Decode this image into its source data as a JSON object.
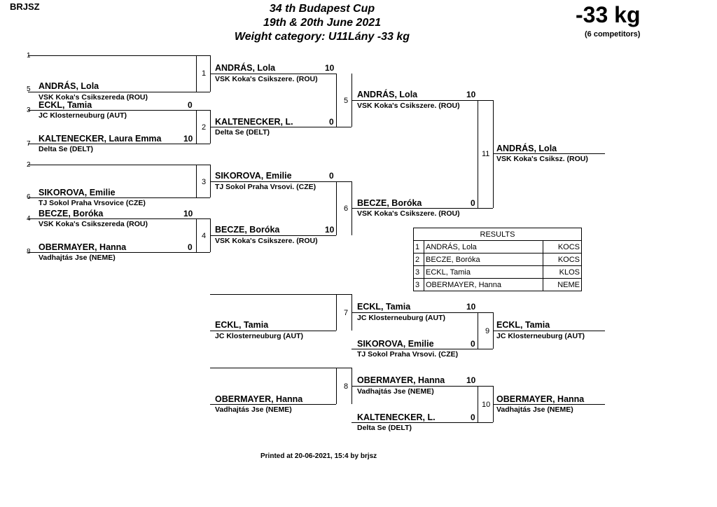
{
  "header": {
    "brand": "BRJSZ",
    "title": "34 th Budapest Cup",
    "dates": "19th & 20th June 2021",
    "category": "Weight category: U11Lány -33 kg",
    "weight": "-33 kg",
    "competitors": "(6 competitors)"
  },
  "seeds": {
    "s1": "1",
    "s5": "5",
    "s3": "3",
    "s7": "7",
    "s2": "2",
    "s6": "6",
    "s4": "4",
    "s8": "8"
  },
  "round1": {
    "andras_name": "ANDRÁS, Lola",
    "andras_club": "VSK Koka's Csikszereda (ROU)",
    "eckl_name": "ECKL, Tamia",
    "eckl_club": "JC Klosterneuburg (AUT)",
    "eckl_score": "0",
    "kalt_name": "KALTENECKER, Laura Emma",
    "kalt_club": "Delta Se (DELT)",
    "kalt_score": "10",
    "siko_name": "SIKOROVA, Emilie",
    "siko_club": "TJ Sokol Praha Vrsovice (CZE)",
    "becze_name": "BECZE, Boróka",
    "becze_club": "VSK Koka's Csikszereda (ROU)",
    "becze_score": "10",
    "ober_name": "OBERMAYER, Hanna",
    "ober_club": "Vadhajtás Jse (NEME)",
    "ober_score": "0"
  },
  "matches": {
    "m1": "1",
    "m2": "2",
    "m3": "3",
    "m4": "4",
    "m5": "5",
    "m6": "6",
    "m7": "7",
    "m8": "8",
    "m9": "9",
    "m10": "10",
    "m11": "11"
  },
  "round2": {
    "andras_name": "ANDRÁS, Lola",
    "andras_club": "VSK Koka's Csikszere. (ROU)",
    "andras_score": "10",
    "kalt_name": "KALTENECKER, L.",
    "kalt_club": "Delta Se (DELT)",
    "kalt_score": "0",
    "siko_name": "SIKOROVA, Emilie",
    "siko_club": "TJ Sokol Praha Vrsovi. (CZE)",
    "siko_score": "0",
    "becze_name": "BECZE, Boróka",
    "becze_club": "VSK Koka's Csikszere. (ROU)",
    "becze_score": "10"
  },
  "semis": {
    "andras_name": "ANDRÁS, Lola",
    "andras_club": "VSK Koka's Csikszere. (ROU)",
    "andras_score": "10",
    "becze_name": "BECZE, Boróka",
    "becze_club": "VSK Koka's Csikszere. (ROU)",
    "becze_score": "0"
  },
  "final": {
    "winner_name": "ANDRÁS, Lola",
    "winner_club": "VSK Koka's Csiksz. (ROU)"
  },
  "repechage": {
    "eckl_name": "ECKL, Tamia",
    "eckl_club": "JC Klosterneuburg (AUT)",
    "ober_name": "OBERMAYER, Hanna",
    "ober_club": "Vadhajtás Jse (NEME)",
    "m7_eckl_name": "ECKL, Tamia",
    "m7_eckl_club": "JC Klosterneuburg (AUT)",
    "m7_eckl_score": "10",
    "m7_siko_name": "SIKOROVA, Emilie",
    "m7_siko_club": "TJ Sokol Praha Vrsovi. (CZE)",
    "m7_siko_score": "0",
    "m8_ober_name": "OBERMAYER, Hanna",
    "m8_ober_club": "Vadhajtás Jse (NEME)",
    "m8_ober_score": "10",
    "m8_kalt_name": "KALTENECKER, L.",
    "m8_kalt_club": "Delta Se (DELT)",
    "m8_kalt_score": "0",
    "m9_winner_name": "ECKL, Tamia",
    "m9_winner_club": "JC Klosterneuburg (AUT)",
    "m10_winner_name": "OBERMAYER, Hanna",
    "m10_winner_club": "Vadhajtás Jse (NEME)"
  },
  "results": {
    "heading": "RESULTS",
    "rows": [
      {
        "rank": "1",
        "name": "ANDRÁS, Lola",
        "club": "KOCS"
      },
      {
        "rank": "2",
        "name": "BECZE, Boróka",
        "club": "KOCS"
      },
      {
        "rank": "3",
        "name": "ECKL, Tamia",
        "club": "KLOS"
      },
      {
        "rank": "3",
        "name": "OBERMAYER, Hanna",
        "club": "NEME"
      }
    ]
  },
  "footer": {
    "printed": "Printed at 20-06-2021, 15:4 by brjsz"
  }
}
